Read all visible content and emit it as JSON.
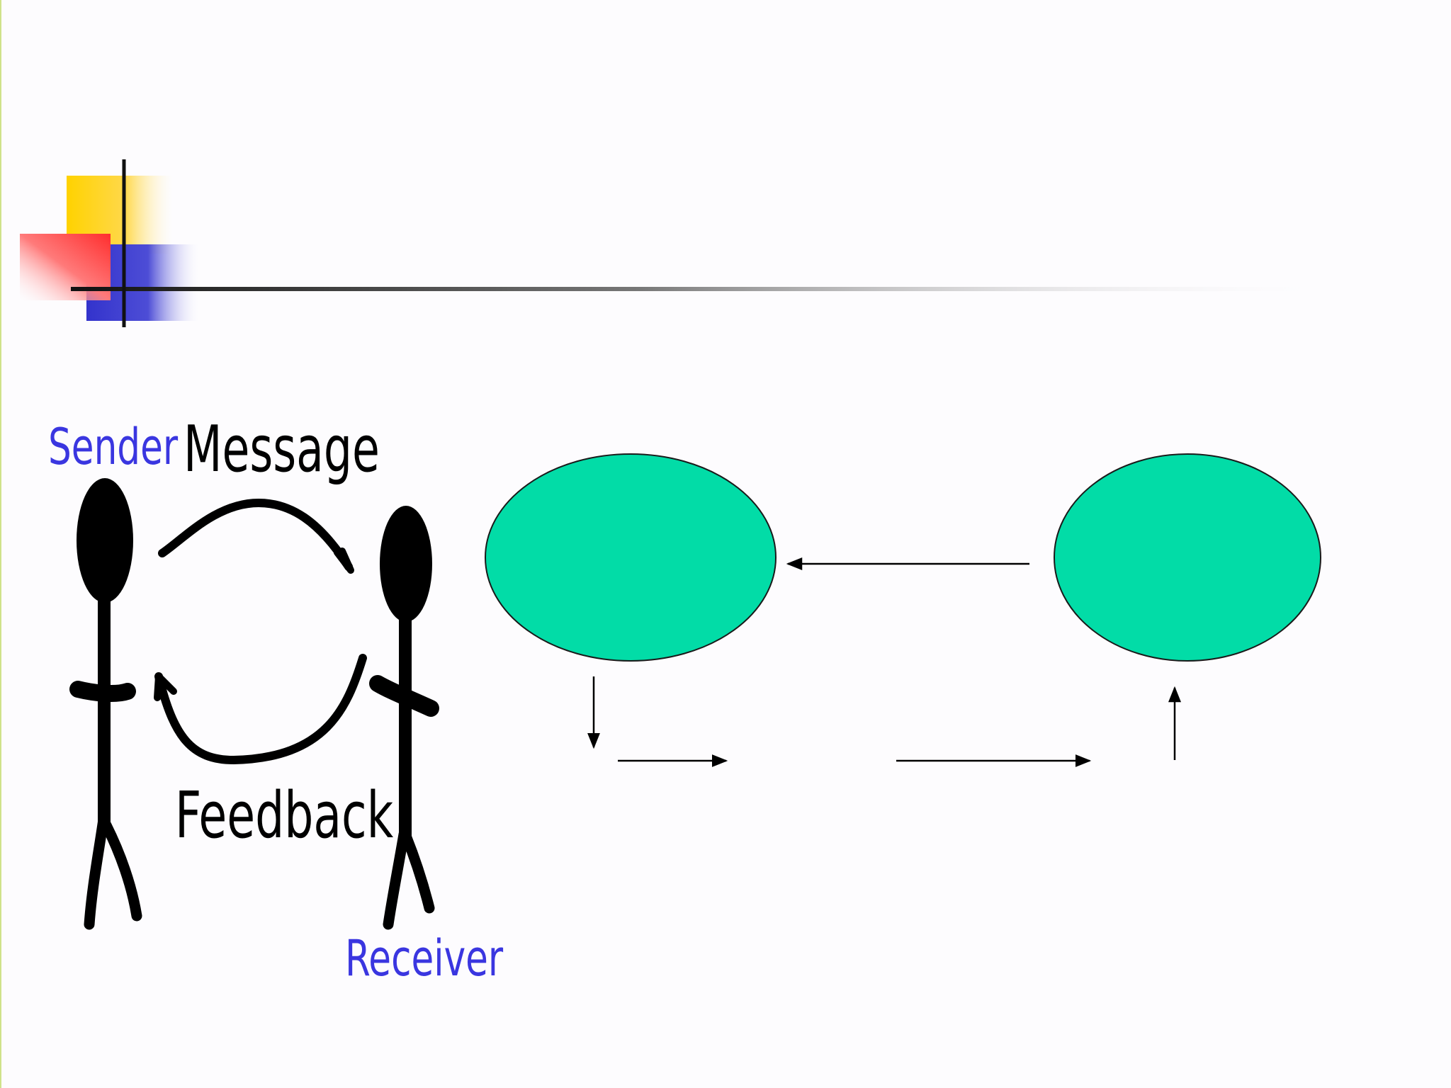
{
  "labels": {
    "sender": "Sender",
    "message": "Message",
    "feedback": "Feedback",
    "receiver": "Receiver"
  },
  "colors": {
    "background": "#fdfcfe",
    "ellipse_fill": "#02dca7",
    "label_blue": "#3a36e0",
    "deco_yellow": "#ffd200",
    "deco_red": "#ff3b3b",
    "deco_blue": "#3333cc",
    "left_edge_green": "#cfe28a"
  },
  "icons": [
    "sender-stick-figure",
    "receiver-stick-figure",
    "message-curve-arrow",
    "feedback-curve-arrow"
  ]
}
